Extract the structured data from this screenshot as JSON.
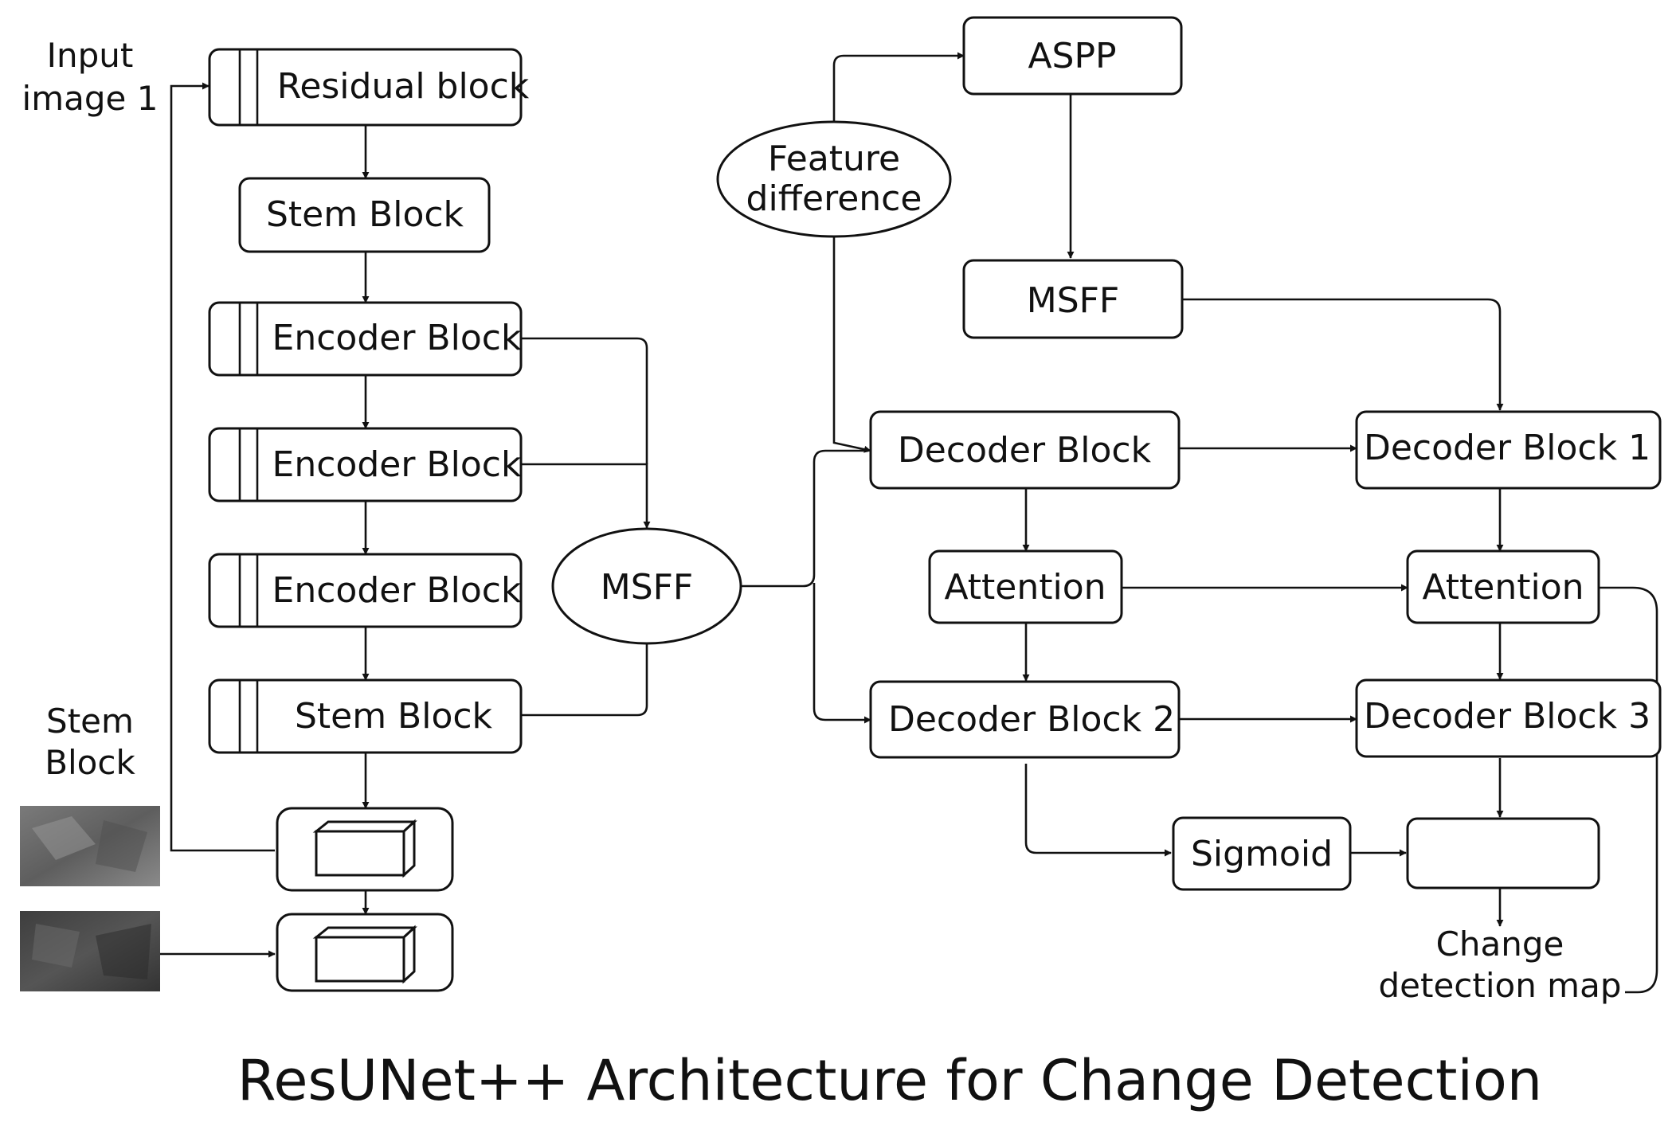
{
  "title": "ResUNet++ Architecture for Change Detection",
  "inputs": {
    "input_label_line1": "Input",
    "input_label_line2": "image 1",
    "stem_label_line1": "Stem",
    "stem_label_line2": "Block"
  },
  "encoder": {
    "residual_block": "Residual block",
    "stem_block_top": "Stem Block",
    "encoder_block_1": "Encoder Block",
    "encoder_block_2": "Encoder Block",
    "encoder_block_3": "Encoder Block",
    "stem_block_bottom": "Stem Block"
  },
  "fusion": {
    "msff_left": "MSFF",
    "feature_difference_line1": "Feature",
    "feature_difference_line2": "difference",
    "aspp": "ASPP",
    "msff_top": "MSFF"
  },
  "decoder": {
    "decoder_block": "Decoder Block",
    "decoder_block_1": "Decoder Block 1",
    "attention_left": "Attention",
    "attention_right": "Attention",
    "decoder_block_2": "Decoder Block 2",
    "decoder_block_3": "Decoder Block 3",
    "sigmoid": "Sigmoid"
  },
  "output": {
    "line1": "Change",
    "line2": "detection map"
  }
}
